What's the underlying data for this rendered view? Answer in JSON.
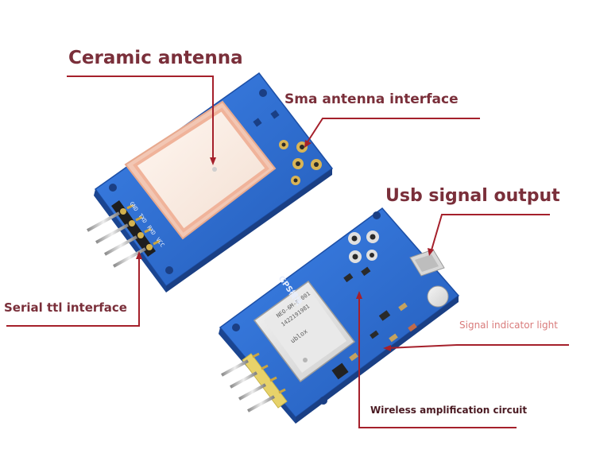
{
  "labels": {
    "ceramic_antenna": "Ceramic antenna",
    "sma_antenna_interface": "Sma antenna interface",
    "usb_signal_output": "Usb signal output",
    "serial_ttl_interface": "Serial ttl interface",
    "signal_indicator_light": "Signal indicator light",
    "wireless_amplification_circuit": "Wireless amplification circuit"
  },
  "board_silkscreen": {
    "pin_labels": [
      "GND",
      "TXD",
      "RXD",
      "VCC"
    ],
    "board_name": "GPS模块",
    "module_text": "NEO-6M-0-001",
    "module_code": "1422191981",
    "chip_label": "ublox"
  },
  "colors": {
    "pcb_blue": "#2f6fd6",
    "label_text": "#7a2f3a",
    "leader_line": "#a5202b",
    "indicator_text": "#d97b7b"
  }
}
